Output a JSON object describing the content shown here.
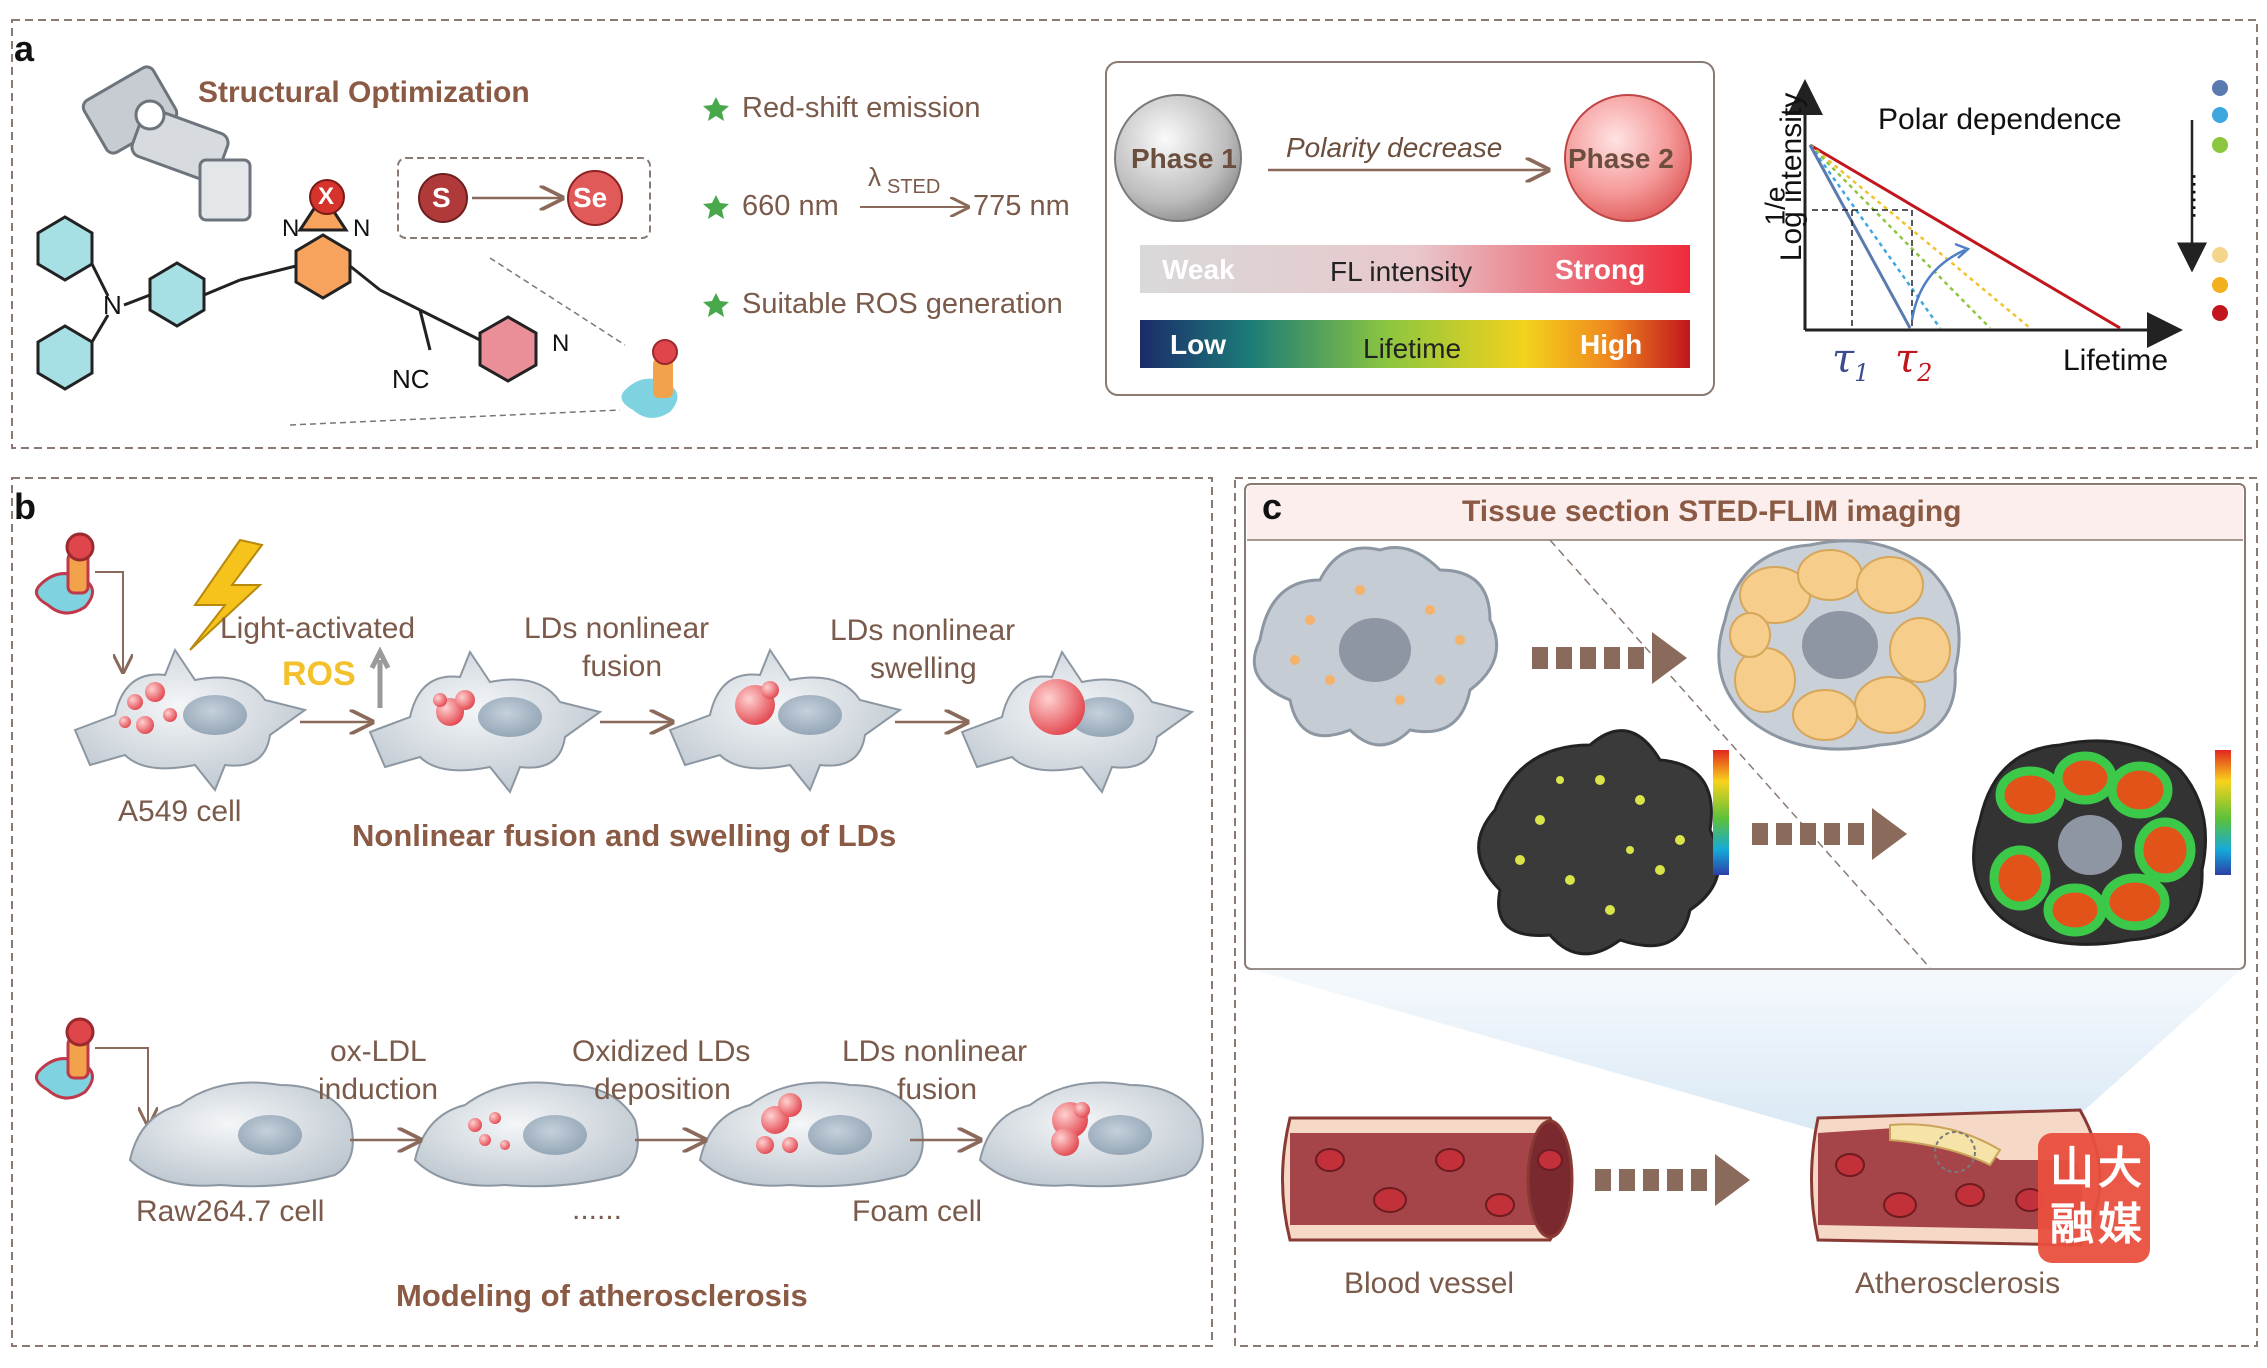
{
  "panel_a": {
    "label": "a",
    "structural_optimization": "Structural Optimization",
    "x_atom": "X",
    "n_left": "N",
    "n_right": "N",
    "n_amine": "N",
    "n_pyridine": "N",
    "nc": "NC",
    "s_atom": "S",
    "se_atom": "Se",
    "bullets": [
      "Red-shift emission",
      "Suitable ROS generation"
    ],
    "wavelength_from": "660 nm",
    "wavelength_to": "775 nm",
    "lambda": "λ",
    "sted": "STED",
    "phase1": "Phase 1",
    "phase2": "Phase 2",
    "polarity": "Polarity decrease",
    "fl_weak": "Weak",
    "fl_label": "FL intensity",
    "fl_strong": "Strong",
    "lt_low": "Low",
    "lt_label": "Lifetime",
    "lt_high": "High",
    "plot_title": "Polar dependence",
    "plot_ylabel": "Log intensity",
    "plot_1e": "1/e",
    "plot_xlabel": "Lifetime",
    "tau": "τ",
    "tau1_sub": "1",
    "tau2_sub": "2",
    "legend_dots": "......",
    "legend_colors": [
      "#5b7bb0",
      "#3fa7e0",
      "#8cc63f",
      "#f3d58c",
      "#f2b01e",
      "#c0161c"
    ]
  },
  "panel_b": {
    "label": "b",
    "light_activated": "Light-activated",
    "ros": "ROS",
    "lds_fusion_1": "LDs nonlinear",
    "lds_fusion_2": "fusion",
    "lds_swelling_1": "LDs nonlinear",
    "lds_swelling_2": "swelling",
    "a549": "A549 cell",
    "heading1": "Nonlinear fusion and swelling of LDs",
    "oxldl_1": "ox-LDL",
    "oxldl_2": "induction",
    "oxidized_1": "Oxidized LDs",
    "oxidized_2": "deposition",
    "fusion2_1": "LDs nonlinear",
    "fusion2_2": "fusion",
    "raw": "Raw264.7 cell",
    "ellipsis": "......",
    "foam": "Foam cell",
    "heading2": "Modeling of atherosclerosis"
  },
  "panel_c": {
    "label": "c",
    "title": "Tissue section STED-FLIM imaging",
    "blood_vessel": "Blood vessel",
    "atherosclerosis": "Atherosclerosis",
    "watermark_chars": [
      "山",
      "大",
      "融",
      "媒"
    ]
  }
}
